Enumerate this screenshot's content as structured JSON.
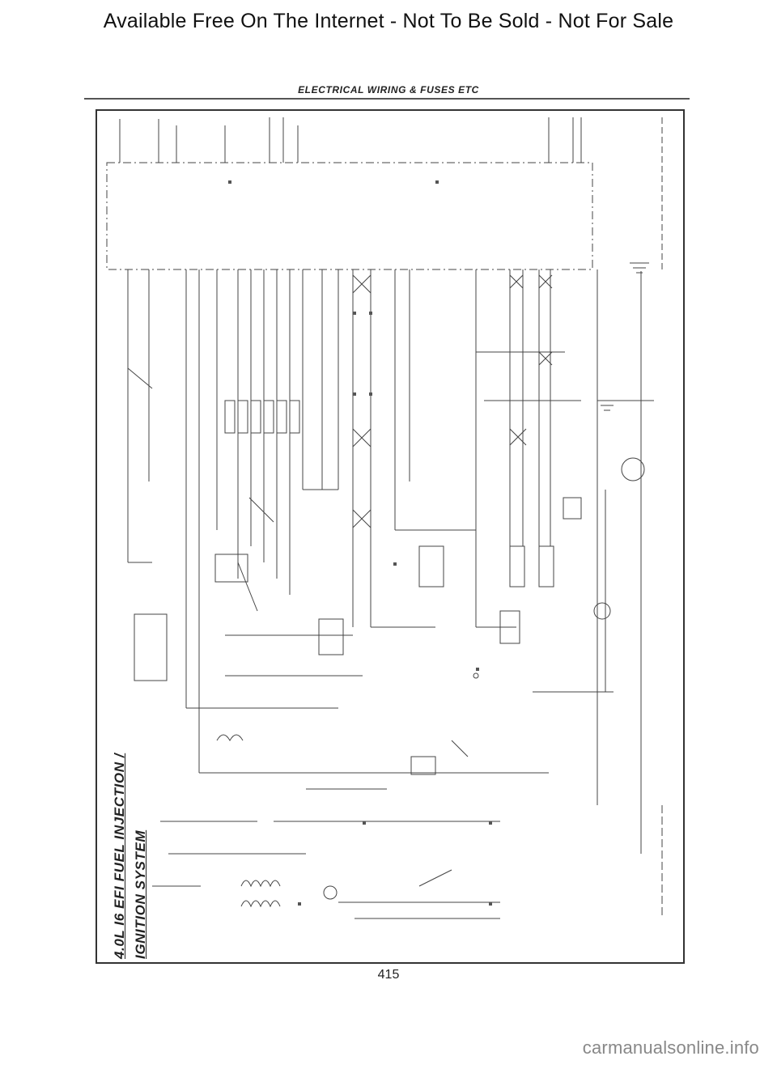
{
  "banner": {
    "text": "Available Free On The Internet - Not To Be Sold - Not For Sale"
  },
  "page": {
    "section_title": "ELECTRICAL WIRING & FUSES ETC",
    "number": "415",
    "footer_watermark": "carmanualsonline.info"
  },
  "diagram": {
    "title_line1": "4.0L I6 EFI FUEL INJECTION /",
    "title_line2": "IGNITION SYSTEM",
    "colors": {
      "line": "#444444",
      "ink": "#222222",
      "paper": "#ffffff"
    }
  }
}
